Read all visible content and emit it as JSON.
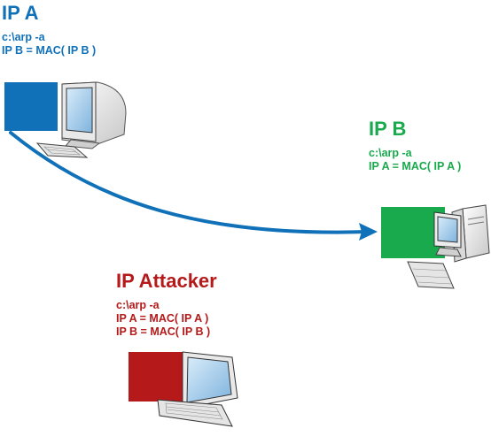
{
  "nodes": {
    "ip_a": {
      "title": "IP A",
      "command": "c:\\arp -a",
      "entries": [
        "IP B = MAC( IP B )"
      ],
      "color": "#1071B9",
      "device": "desktop-computer"
    },
    "ip_b": {
      "title": "IP B",
      "command": "c:\\arp -a",
      "entries": [
        "IP A = MAC( IP A )"
      ],
      "color": "#1AAA4E",
      "device": "tower-computer"
    },
    "ip_attacker": {
      "title": "IP Attacker",
      "command": "c:\\arp -a",
      "entries": [
        "IP A = MAC( IP A )",
        "IP B = MAC( IP B )"
      ],
      "color": "#B51919",
      "device": "laptop"
    }
  },
  "connections": [
    {
      "from": "ip_a",
      "to": "ip_b",
      "color": "#1071B9",
      "style": "curved-arrow"
    }
  ],
  "colors": {
    "device_body": "#ececec",
    "device_outline": "#333333",
    "screen": "#9fc9e8"
  }
}
